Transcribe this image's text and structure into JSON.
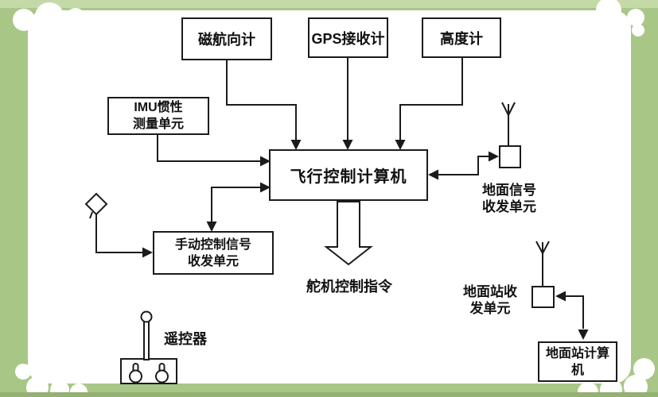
{
  "frame": {
    "background_color": "#a8c787",
    "panel_color": "#ffffff",
    "line_color": "#1b1b1b",
    "top_stripe_color": "#c5d9a8",
    "bottom_stripe_color": "#93b173"
  },
  "nodes": {
    "magnetic_compass": {
      "label": "磁航向计"
    },
    "gps_receiver": {
      "label": "GPS接收计"
    },
    "altimeter": {
      "label": "高度计"
    },
    "imu": {
      "line1": "IMU惯性",
      "line2": "测量单元"
    },
    "flight_computer": {
      "label": "飞行控制计算机"
    },
    "manual_control_unit": {
      "line1": "手动控制信号",
      "line2": "收发单元"
    },
    "ground_signal_unit": {
      "line1": "地面信号",
      "line2": "收发单元"
    },
    "ground_station_unit": {
      "line1": "地面站收",
      "line2": "发单元"
    },
    "ground_station_computer": {
      "line1": "地面站计算",
      "line2": "机"
    },
    "remote_controller": {
      "label": "遥控器"
    },
    "servo_command": {
      "label": "舵机控制指令"
    }
  }
}
